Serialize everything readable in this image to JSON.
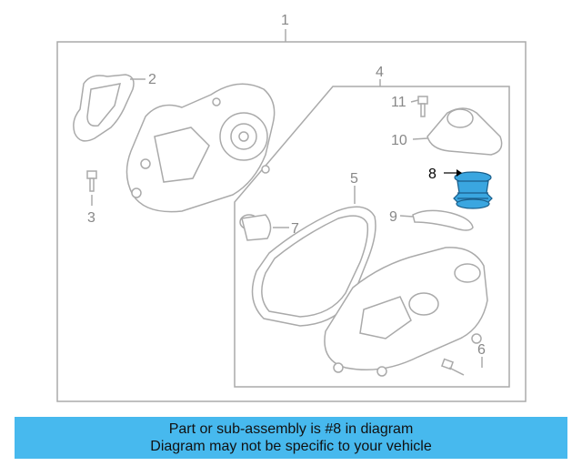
{
  "callouts": {
    "c1": "1",
    "c2": "2",
    "c3": "3",
    "c4": "4",
    "c5": "5",
    "c6": "6",
    "c7": "7",
    "c8": "8",
    "c9": "9",
    "c10": "10",
    "c11": "11"
  },
  "banner": {
    "line1": "Part or sub-assembly is #8 in diagram",
    "line2": "Diagram may not be specific to your vehicle"
  },
  "colors": {
    "highlight": "#47b9ee",
    "part_highlight": "#3aa6e0",
    "line_art": "#aaaaaa"
  }
}
